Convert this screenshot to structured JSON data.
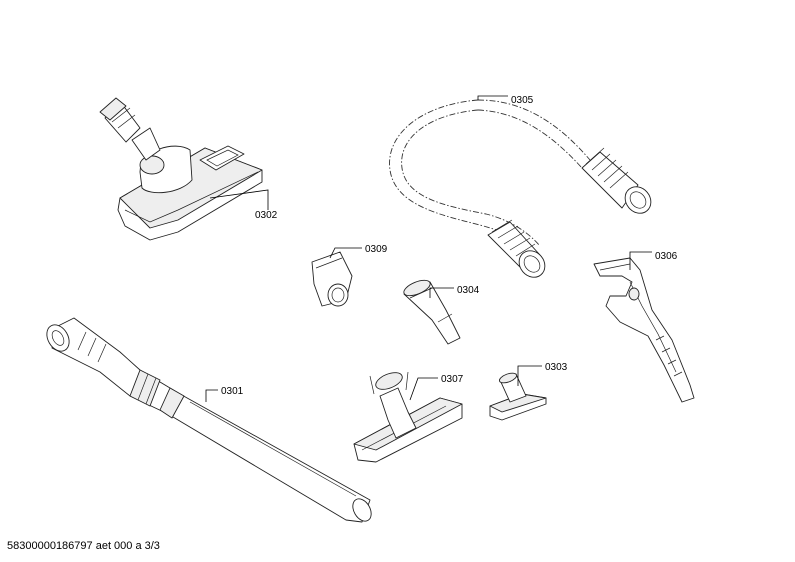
{
  "parts": [
    {
      "key": "p0301",
      "label": "0301"
    },
    {
      "key": "p0302",
      "label": "0302"
    },
    {
      "key": "p0303",
      "label": "0303"
    },
    {
      "key": "p0304",
      "label": "0304"
    },
    {
      "key": "p0305",
      "label": "0305"
    },
    {
      "key": "p0306",
      "label": "0306"
    },
    {
      "key": "p0307",
      "label": "0307"
    },
    {
      "key": "p0309",
      "label": "0309"
    }
  ],
  "footer": {
    "text": "58300000186797 aet 000 a 3/3"
  }
}
